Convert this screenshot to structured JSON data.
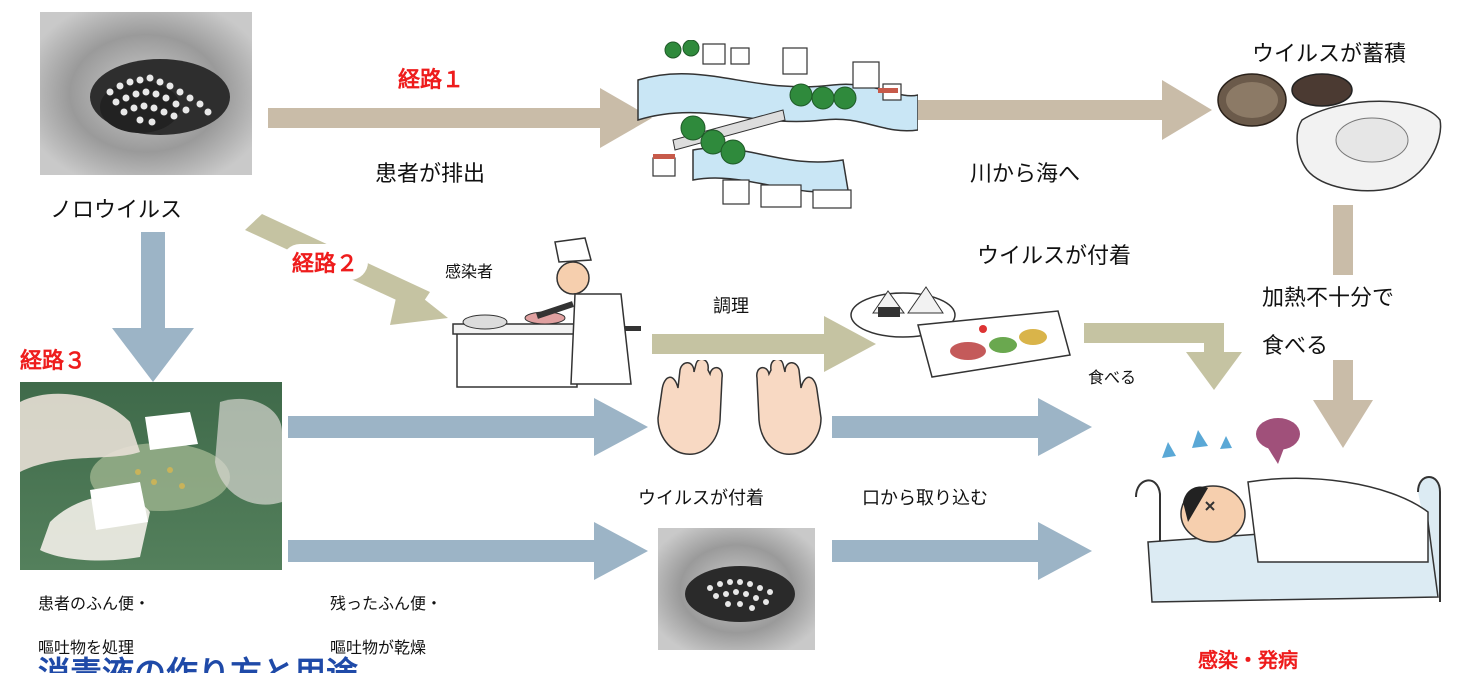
{
  "nodes": {
    "norovirus": "ノロウイルス",
    "accumulate": "ウイルスが蓄積",
    "infected_person": "感染者",
    "attached_food": "ウイルスが付着",
    "attached_hands": "ウイルスが付着",
    "outcome": "感染・発病"
  },
  "routes": {
    "route1": "経路１",
    "route2": "経路２",
    "route3": "経路３"
  },
  "edges": {
    "excreted": "患者が排出",
    "river_to_sea": "川から海へ",
    "cooking": "調理",
    "eat": "食べる",
    "undercooked_line1": "加熱不十分で",
    "undercooked_line2": "食べる",
    "ingest": "口から取り込む",
    "dispose_line1": "患者のふん便・",
    "dispose_line2": "嘔吐物を処理",
    "dried_line1": "残ったふん便・",
    "dried_line2": "嘔吐物が乾燥"
  },
  "bleed_text": "消毒液の作り方と用途",
  "colors": {
    "route_label": "#ee1c1c",
    "outcome": "#ee1c1c",
    "arrow_tan": "#c9bca8",
    "arrow_blue": "#9cb4c6",
    "arrow_olive": "#c5c3a2",
    "bleed_text": "#1f4aa8"
  },
  "icons": [
    "virus-micrograph",
    "river-town",
    "shellfish",
    "cook",
    "bento",
    "hands",
    "sick-person-in-bed",
    "glove-cleaning-photo"
  ]
}
